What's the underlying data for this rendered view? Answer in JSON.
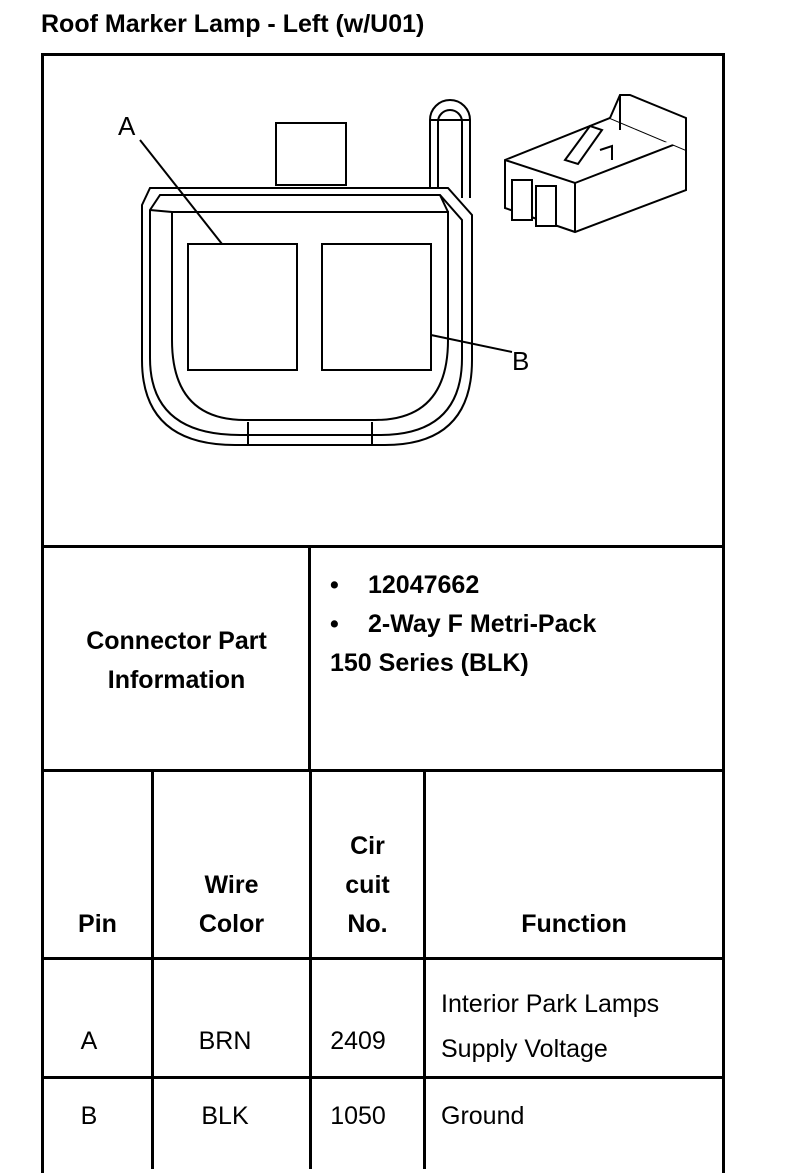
{
  "title": "Roof Marker Lamp - Left (w/U01)",
  "diagram": {
    "callout_a": "A",
    "callout_b": "B"
  },
  "connector_info": {
    "label_line1": "Connector Part",
    "label_line2": "Information",
    "bullets": [
      "12047662",
      "2-Way F Metri-Pack"
    ],
    "continuation": "150 Series (BLK)"
  },
  "table": {
    "headers": {
      "pin": "Pin",
      "wire_color_line1": "Wire",
      "wire_color_line2": "Color",
      "circuit_line1": "Cir",
      "circuit_line2": "cuit",
      "circuit_line3": "No.",
      "function": "Function"
    },
    "rows": [
      {
        "pin": "A",
        "wire_color": "BRN",
        "circuit": "2409",
        "function_line1": "Interior Park Lamps",
        "function_line2": "Supply Voltage"
      },
      {
        "pin": "B",
        "wire_color": "BLK",
        "circuit": "1050",
        "function_line1": "Ground",
        "function_line2": ""
      }
    ]
  }
}
